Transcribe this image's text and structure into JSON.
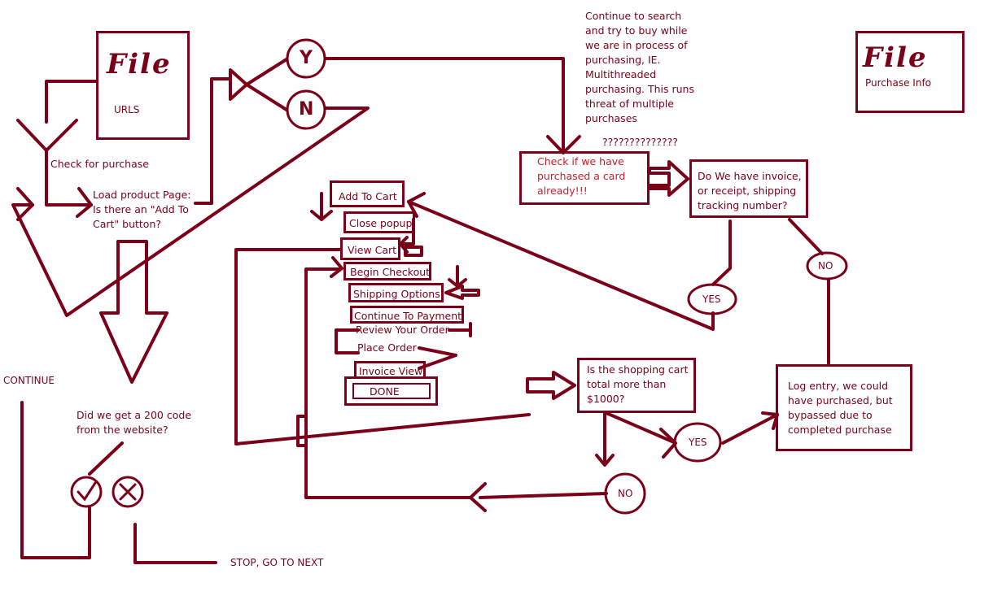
{
  "file_urls": {
    "title": "File",
    "label": "URLS"
  },
  "file_purchase": {
    "title": "File",
    "label": "Purchase Info"
  },
  "check_for_purchase": "Check for purchase",
  "load_product": [
    "Load product Page:",
    "Is there an \"Add To",
    "Cart\" button?"
  ],
  "y_label": "Y",
  "n_label": "N",
  "continue_note": [
    "Continue to search",
    "and try to buy while",
    "we are in process of",
    "purchasing, IE.",
    "Multithreaded",
    "purchasing.  This runs",
    "threat of multiple",
    "purchases"
  ],
  "question_marks": "??????????????",
  "check_card": [
    "Check if we have",
    "purchased a card",
    "already!!!"
  ],
  "invoice_question": [
    "Do We have invoice,",
    "or receipt, shipping",
    "tracking number?"
  ],
  "yes_label": "YES",
  "no_label": "NO",
  "steps": {
    "add_to_cart": "Add To Cart",
    "close_popup": "Close popup",
    "view_cart": "View Cart",
    "begin_checkout": "Begin Checkout",
    "shipping_options": "Shipping Options",
    "continue_payment": "Continue To Payment",
    "review_order": "Review Your Order",
    "place_order": "Place Order",
    "invoice_view": "Invoice View",
    "done": "DONE"
  },
  "cart_total_question": [
    "Is the shopping cart",
    "total more than",
    "$1000?"
  ],
  "log_entry": [
    "Log entry, we could",
    "have purchased, but",
    "bypassed due to",
    "completed purchase"
  ],
  "continue_label": "CONTINUE",
  "code_question": [
    "Did we get a 200 code",
    "from the website?"
  ],
  "stop_label": "STOP, GO TO NEXT",
  "colors": {
    "ink": "#7a0019",
    "red_text": "#c8202c"
  }
}
